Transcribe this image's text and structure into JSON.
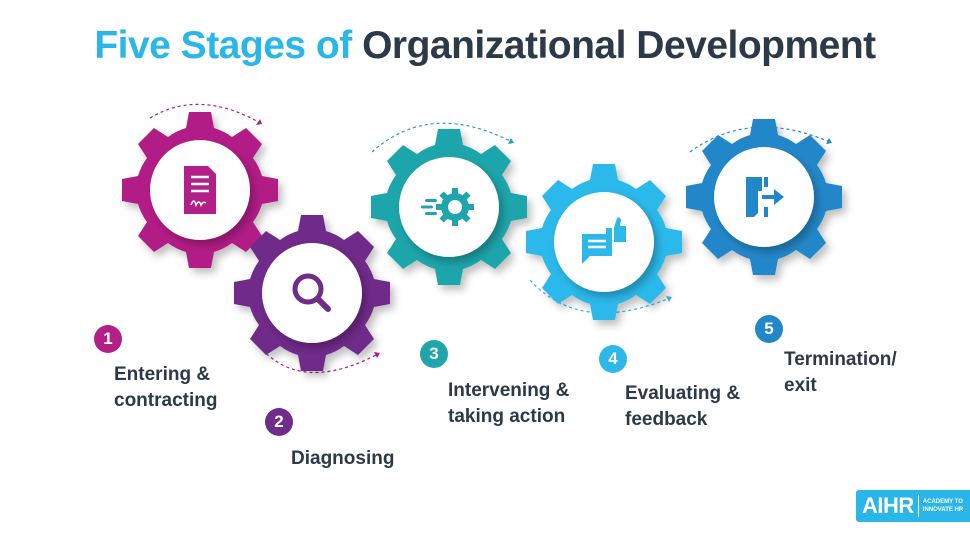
{
  "title": {
    "part1": "Five Stages of",
    "part2": "Organizational Development",
    "accent_color": "#29b6e8",
    "dark_color": "#2c3a47"
  },
  "stages": [
    {
      "number": "1",
      "label": "Entering &\ncontracting",
      "color": "#b21f86",
      "icon": "signed-document-icon"
    },
    {
      "number": "2",
      "label": "Diagnosing",
      "color": "#6f2c8a",
      "icon": "magnifier-icon"
    },
    {
      "number": "3",
      "label": "Intervening &\ntaking action",
      "color": "#1fa5ab",
      "icon": "fast-gear-icon"
    },
    {
      "number": "4",
      "label": "Evaluating &\nfeedback",
      "color": "#2cb9ea",
      "icon": "feedback-thumbs-up-icon"
    },
    {
      "number": "5",
      "label": "Termination/\nexit",
      "color": "#2287c9",
      "icon": "exit-door-icon"
    }
  ],
  "logo": {
    "mark": "AIHR",
    "tagline": "ACADEMY TO\nINNOVATE HR"
  }
}
